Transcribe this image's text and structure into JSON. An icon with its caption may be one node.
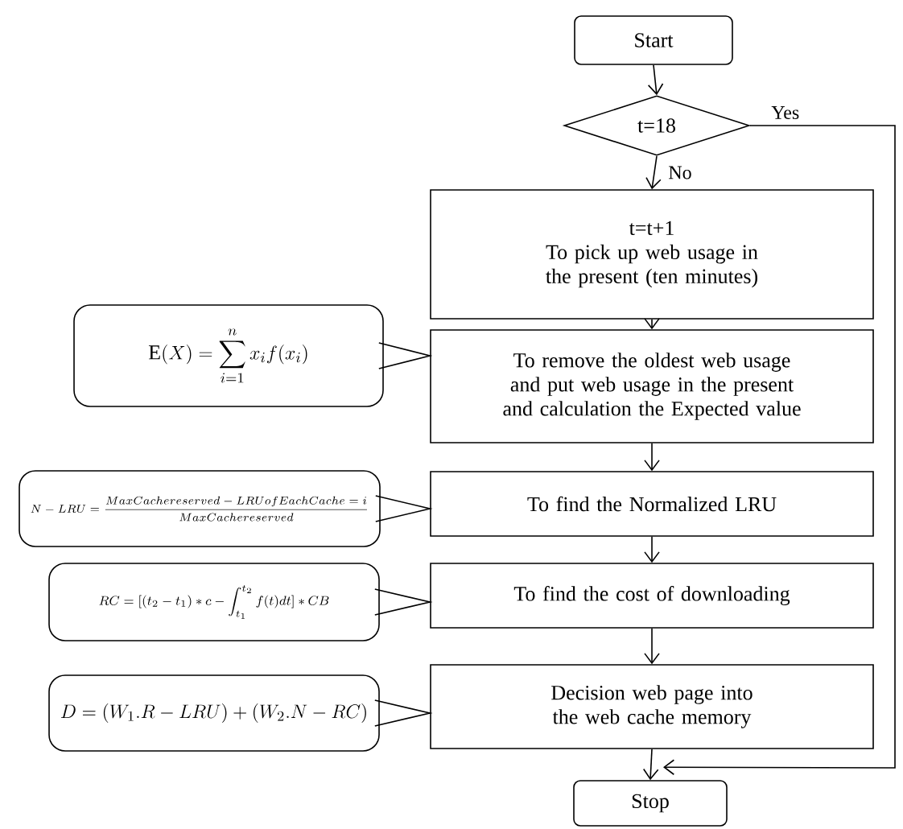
{
  "diagram": {
    "nodes": [
      {
        "text": [
          "Start"
        ]
      },
      {
        "text": [
          "t=18"
        ]
      },
      {
        "text": [
          "t=t+1",
          "To pick up web usage in the present (ten minutes)"
        ]
      },
      {
        "text": [
          "\\mathrm{E}(X)=\\sum_{i=1}^{n} x_i f(x_i)"
        ]
      },
      {
        "text": [
          "To remove the oldest web usage and put web usage in the present and calculation the Expected value"
        ]
      },
      {
        "text": [
          "N-LRU=\\frac{MaxCachereserved-LRUofEachCache=i}{MaxCachereserved}"
        ]
      },
      {
        "text": [
          "To find the Normalized LRU"
        ]
      },
      {
        "text": [
          "RC=[(t_2-t_1)*c-\\int_{t_1}^{t_2} f(t)dt]*CB"
        ]
      },
      {
        "text": [
          "To find the cost of downloading"
        ]
      },
      {
        "text": [
          "D=(W_1.R-LRU)+(W_2.N-RC)"
        ]
      },
      {
        "text": [
          "Decision web page into the web cache memory"
        ]
      },
      {
        "text": [
          "Stop"
        ]
      }
    ],
    "edges": [
      {
        "from": 0,
        "to": 1,
        "arrow": "to"
      },
      {
        "from": 1,
        "to": 2,
        "arrow": "to",
        "label": "No"
      },
      {
        "from": 2,
        "to": 4,
        "arrow": "to"
      },
      {
        "from": 4,
        "to": 6,
        "arrow": "to"
      },
      {
        "from": 6,
        "to": 8,
        "arrow": "to"
      },
      {
        "from": 8,
        "to": 10,
        "arrow": "to"
      },
      {
        "from": 10,
        "to": 11,
        "arrow": "to"
      },
      {
        "from": 1,
        "to": 11,
        "arrow": "to",
        "label": "Yes"
      },
      {
        "from": 3,
        "to": 4,
        "arrow": "none"
      },
      {
        "from": 5,
        "to": 6,
        "arrow": "none"
      },
      {
        "from": 7,
        "to": 8,
        "arrow": "none"
      },
      {
        "from": 9,
        "to": 10,
        "arrow": "none"
      }
    ]
  }
}
